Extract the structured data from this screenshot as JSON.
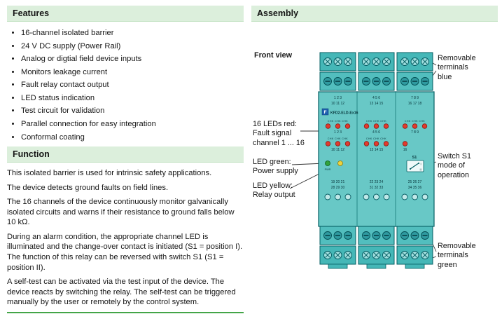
{
  "features": {
    "title": "Features",
    "items": [
      "16-channel isolated barrier",
      "24 V DC supply (Power Rail)",
      "Analog or digtial field device inputs",
      "Monitors leakage current",
      "Fault relay contact output",
      "LED status indication",
      "Test circuit for validation",
      "Parallel connection for easy integration",
      "Conformal coating"
    ]
  },
  "function": {
    "title": "Function",
    "paragraphs": [
      "This isolated barrier is used for intrinsic safety applications.",
      "The device detects ground faults on field lines.",
      "The 16 channels of the device continuously monitor galvanically isolated circuits and warns if their resistance to ground falls below 10 kΩ.",
      "During an alarm condition, the appropriate channel LED is illuminated and the change-over contact is initiated (S1 = position I). The function of this relay can be reversed with switch S1 (S1 = position II).",
      "A self-test can be activated via the test input of the device. The device reacts by switching the relay. The self-test can be triggered manually by the user or remotely by the control system."
    ]
  },
  "assembly": {
    "title": "Assembly",
    "front_view": "Front view",
    "labels": {
      "terminals_blue": "Removable\nterminals\nblue",
      "leds_red": "16 LEDs red:\nFault signal\nchannel 1 ... 16",
      "led_green": "LED green:\nPower supply",
      "led_yellow": "LED yellow:\nRelay output",
      "switch_s1": "Switch S1\nmode of\noperation",
      "terminals_green": "Removable\nterminals\ngreen"
    },
    "device": {
      "logo_letter": "F",
      "model": "KFD2-ELD-Ex16",
      "top_numbers_row1": [
        "1 2 3",
        "4 5 6",
        "7 8 9"
      ],
      "top_numbers_row2": [
        "10 11 12",
        "13 14 15",
        "16 17 18"
      ],
      "chk_label": "CHK CHK CHK",
      "led_numbers_row1": [
        "1 2 3",
        "4 5 6",
        "7 8 9"
      ],
      "led_numbers_row2": [
        "10 11 12",
        "13 14 15",
        "16"
      ],
      "pwr_label": "PWR",
      "switch_label": "S1",
      "switch_pos1": "I",
      "switch_pos2": "II",
      "bottom_numbers_row1": [
        "19 20 21",
        "22 23 24",
        "25 26 27"
      ],
      "bottom_numbers_row2": [
        "28 29 30",
        "31 32 33",
        "34 35 36"
      ]
    }
  }
}
